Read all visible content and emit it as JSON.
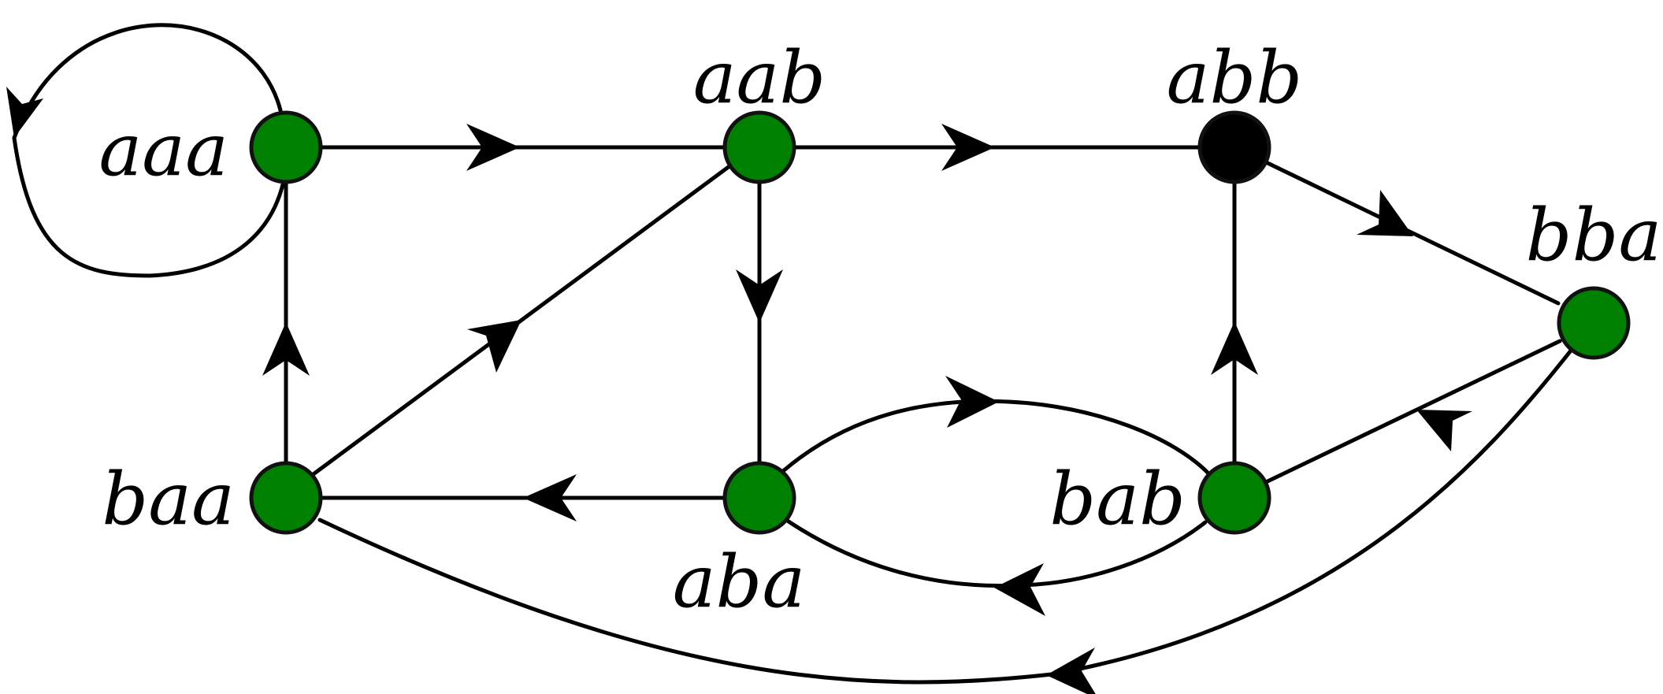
{
  "colors": {
    "node_default": "#008000",
    "node_highlight": "#000000",
    "edge": "#000000"
  },
  "nodes": {
    "aaa": {
      "label": "aaa",
      "highlighted": false
    },
    "aab": {
      "label": "aab",
      "highlighted": false
    },
    "abb": {
      "label": "abb",
      "highlighted": true
    },
    "bba": {
      "label": "bba",
      "highlighted": false
    },
    "baa": {
      "label": "baa",
      "highlighted": false
    },
    "aba": {
      "label": "aba",
      "highlighted": false
    },
    "bab": {
      "label": "bab",
      "highlighted": false
    }
  },
  "edges": [
    {
      "from": "aaa",
      "to": "aaa"
    },
    {
      "from": "aaa",
      "to": "aab"
    },
    {
      "from": "aab",
      "to": "abb"
    },
    {
      "from": "abb",
      "to": "bba"
    },
    {
      "from": "aab",
      "to": "aba"
    },
    {
      "from": "baa",
      "to": "aaa"
    },
    {
      "from": "baa",
      "to": "aab"
    },
    {
      "from": "aba",
      "to": "baa"
    },
    {
      "from": "aba",
      "to": "bab"
    },
    {
      "from": "bab",
      "to": "aba"
    },
    {
      "from": "bab",
      "to": "abb"
    },
    {
      "from": "bba",
      "to": "bab"
    },
    {
      "from": "bba",
      "to": "baa"
    }
  ]
}
